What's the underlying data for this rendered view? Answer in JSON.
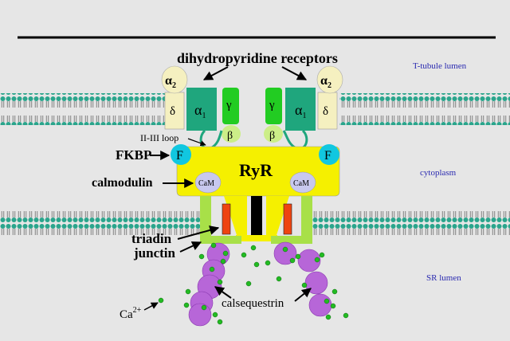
{
  "labels": {
    "dhpr": "dihydropyridine receptors",
    "ttubule": "T-tubule lumen",
    "cytoplasm": "cytoplasm",
    "sr_lumen": "SR lumen",
    "ii_iii_loop": "II-III loop",
    "fkbp": "FKBP",
    "calmodulin": "calmodulin",
    "triadin": "triadin",
    "junctin": "junctin",
    "calsequestrin": "calsequestrin",
    "ca_base": "Ca",
    "ca_sup": "2+",
    "ryr": "RyR",
    "f": "F",
    "cam": "CaM",
    "alpha": "α",
    "alpha1_sub": "1",
    "alpha2_sub": "2",
    "gamma": "γ",
    "beta": "β",
    "delta": "δ"
  },
  "colors": {
    "background": "#e6e6e6",
    "membrane_head": "#2aa58c",
    "alpha1": "#1fa67d",
    "gamma": "#22cc22",
    "beta": "#ccee88",
    "alpha2": "#f5f0c0",
    "ryr": "#f5f000",
    "fkbp": "#11c7e0",
    "cam": "#c8c8ee",
    "pillar": "#a8e048",
    "triadin": "#ee4411",
    "pore": "#000000",
    "calsequestrin": "#b766d8",
    "calcium": "#22bb22",
    "label_blue": "#2a2ab0"
  }
}
